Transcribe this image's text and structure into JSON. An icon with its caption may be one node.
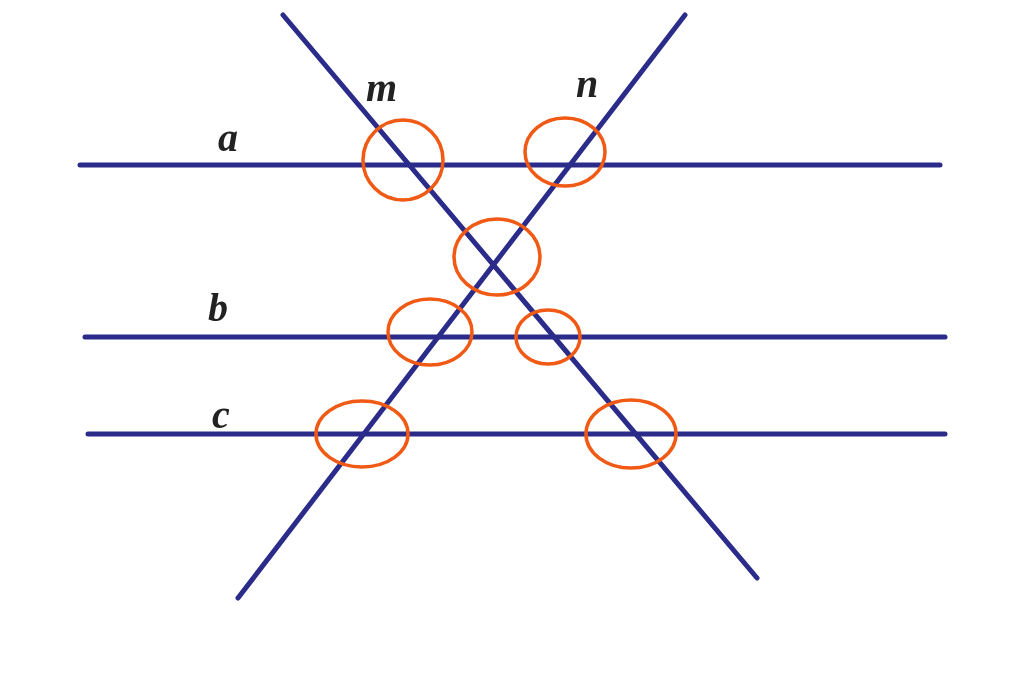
{
  "diagram": {
    "labels": [
      "m",
      "n",
      "a",
      "b",
      "c"
    ]
  }
}
